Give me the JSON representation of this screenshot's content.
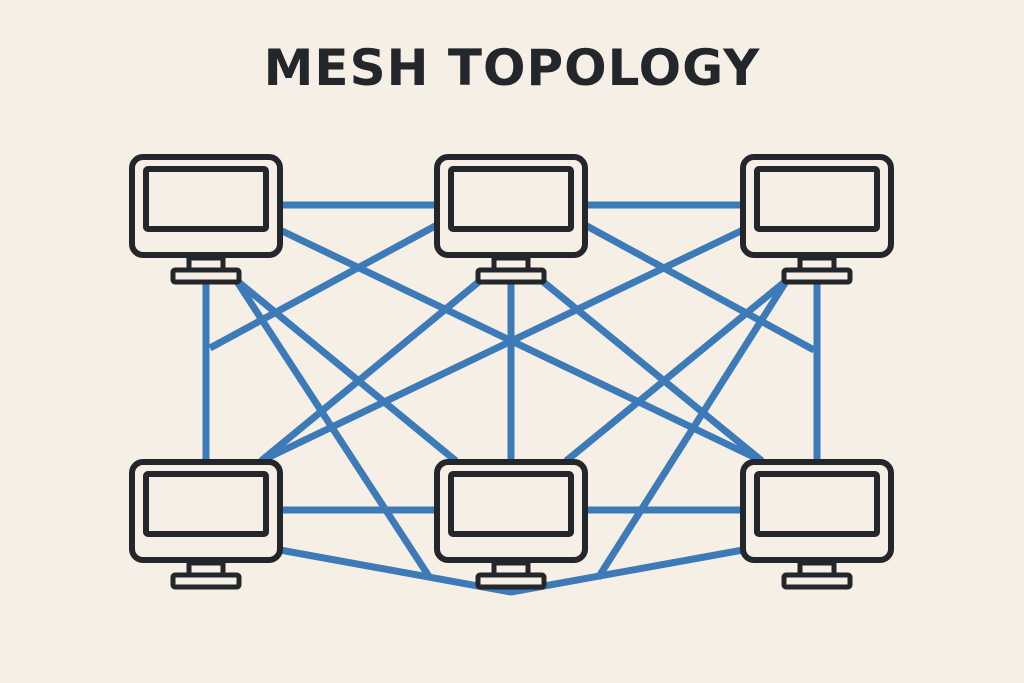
{
  "title": "MESH TOPOLOGY",
  "colors": {
    "background": "#f5efe6",
    "link": "#3d7ab8",
    "device_outline": "#23262a",
    "device_fill": "#f5efe6"
  },
  "nodes": [
    {
      "id": "top-left",
      "type": "monitor",
      "row": "top",
      "col": "left"
    },
    {
      "id": "top-middle",
      "type": "monitor",
      "row": "top",
      "col": "middle"
    },
    {
      "id": "top-right",
      "type": "monitor",
      "row": "top",
      "col": "right"
    },
    {
      "id": "bottom-left",
      "type": "monitor",
      "row": "bottom",
      "col": "left"
    },
    {
      "id": "bottom-middle",
      "type": "monitor",
      "row": "bottom",
      "col": "middle"
    },
    {
      "id": "bottom-right",
      "type": "monitor",
      "row": "bottom",
      "col": "right"
    }
  ],
  "links": [
    {
      "from": "top-left",
      "to": "top-middle"
    },
    {
      "from": "top-middle",
      "to": "top-right"
    },
    {
      "from": "bottom-left",
      "to": "bottom-middle"
    },
    {
      "from": "bottom-middle",
      "to": "bottom-right"
    },
    {
      "from": "top-left",
      "to": "bottom-left"
    },
    {
      "from": "top-middle",
      "to": "bottom-middle"
    },
    {
      "from": "top-right",
      "to": "bottom-right"
    },
    {
      "from": "top-left",
      "to": "bottom-middle"
    },
    {
      "from": "top-left",
      "to": "bottom-right"
    },
    {
      "from": "top-left",
      "to": "bottom-left-curve"
    },
    {
      "from": "top-middle",
      "to": "bottom-left"
    },
    {
      "from": "top-middle",
      "to": "bottom-right"
    },
    {
      "from": "top-middle",
      "to": "left-side"
    },
    {
      "from": "top-middle",
      "to": "right-side"
    },
    {
      "from": "top-right",
      "to": "bottom-left"
    },
    {
      "from": "top-right",
      "to": "bottom-middle"
    },
    {
      "from": "top-right",
      "to": "bottom-right-curve"
    },
    {
      "from": "bottom-left",
      "to": "bottom-right"
    }
  ]
}
